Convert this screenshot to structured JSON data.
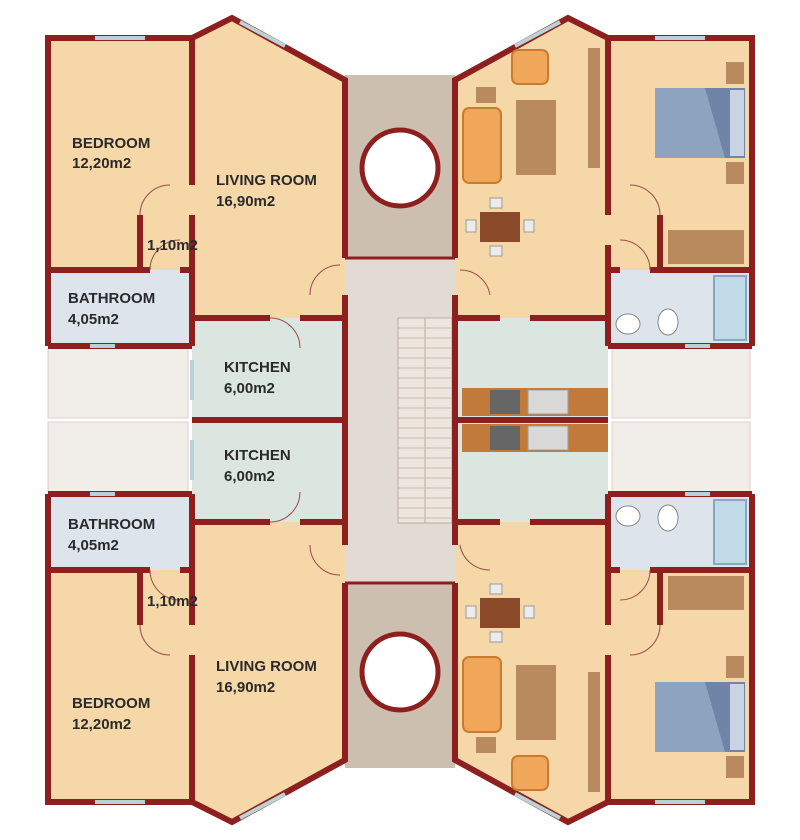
{
  "plan": {
    "colors": {
      "wall": "#8e1f1f",
      "floor": "#f6d8a8",
      "bathroom": "#dde4ec",
      "kitchen": "#dbe6e0",
      "corridor": "#e2dbd4",
      "stair_shaft": "#cdbfb0",
      "balcony": "#f1ede8",
      "furniture": "#b98a5e",
      "sofa": "#f0a75a",
      "bed": "#8da3bf",
      "counter": "#c27a3a"
    },
    "rooms": {
      "top_bedroom": {
        "name": "BEDROOM",
        "area": "12,20m2"
      },
      "top_living": {
        "name": "LIVING ROOM",
        "area": "16,90m2"
      },
      "top_hall_area": "1,10m2",
      "top_bathroom": {
        "name": "BATHROOM",
        "area": "4,05m2"
      },
      "top_kitchen": {
        "name": "KITCHEN",
        "area": "6,00m2"
      },
      "bottom_kitchen": {
        "name": "KITCHEN",
        "area": "6,00m2"
      },
      "bottom_bathroom": {
        "name": "BATHROOM",
        "area": "4,05m2"
      },
      "bottom_hall_area": "1,10m2",
      "bottom_living": {
        "name": "LIVING ROOM",
        "area": "16,90m2"
      },
      "bottom_bedroom": {
        "name": "BEDROOM",
        "area": "12,20m2"
      }
    }
  }
}
